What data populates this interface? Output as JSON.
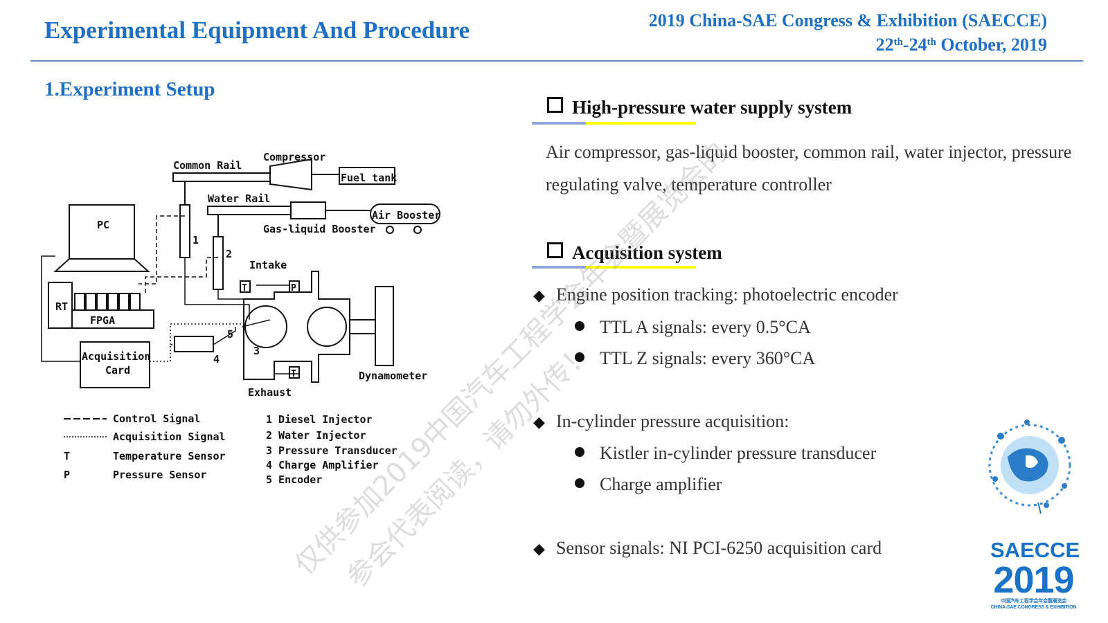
{
  "header": {
    "title": "Experimental Equipment And Procedure",
    "conference": "2019 China-SAE Congress & Exhibition (SAECCE)",
    "date_day1": "22",
    "date_sup1": "th",
    "date_sep": "-24",
    "date_sup2": "th",
    "date_rest": " October, 2019"
  },
  "subtitle": "1.Experiment Setup",
  "diagram": {
    "labels": {
      "common_rail": "Common Rail",
      "compressor": "Compressor",
      "fuel_tank": "Fuel tank",
      "water_rail": "Water Rail",
      "air_booster": "Air Booster",
      "gas_liquid_booster": "Gas-liquid Booster",
      "pc": "PC",
      "rt": "RT",
      "fpga": "FPGA",
      "acq_card_1": "Acquisition",
      "acq_card_2": "Card",
      "intake": "Intake",
      "exhaust": "Exhaust",
      "dynamometer": "Dynamometer",
      "t": "T",
      "p": "P",
      "n1": "1",
      "n2": "2",
      "n3": "3",
      "n4": "4",
      "n5": "5"
    },
    "legend": {
      "control": "Control Signal",
      "acquisition": "Acquisition Signal",
      "t_key": "T",
      "t_desc": "Temperature Sensor",
      "p_key": "P",
      "p_desc": "Pressure Sensor",
      "items": [
        "1 Diesel Injector",
        "2 Water Injector",
        "3 Pressure Transducer",
        "4 Charge Amplifier",
        "5 Encoder"
      ]
    }
  },
  "sections": {
    "water": {
      "heading": "High-pressure water supply system",
      "text": "Air compressor, gas-liquid booster, common rail, water injector, pressure regulating valve, temperature controller"
    },
    "acq": {
      "heading": "Acquisition system",
      "b1": "Engine position tracking: photoelectric encoder",
      "b1a": "TTL A signals: every 0.5°CA",
      "b1b": "TTL Z signals: every 360°CA",
      "b2": "In-cylinder pressure acquisition:",
      "b2a": "Kistler in-cylinder pressure transducer",
      "b2b": "Charge amplifier",
      "b3": "Sensor signals: NI PCI-6250 acquisition card"
    }
  },
  "logo": {
    "line1": "SAECCE",
    "line2": "2019",
    "line3": "中国汽车工程学会年会暨展览会",
    "line4": "CHINA-SAE CONGRESS & EXHIBITION"
  },
  "watermark": {
    "line1": "仅供参加2019中国汽车工程学会年会暨展览会的",
    "line2": "参会代表阅读，请勿外传！"
  },
  "colors": {
    "accent": "#1f6fc4",
    "underline_blue": "#8fa8dc",
    "underline_yellow": "#ffff00"
  }
}
